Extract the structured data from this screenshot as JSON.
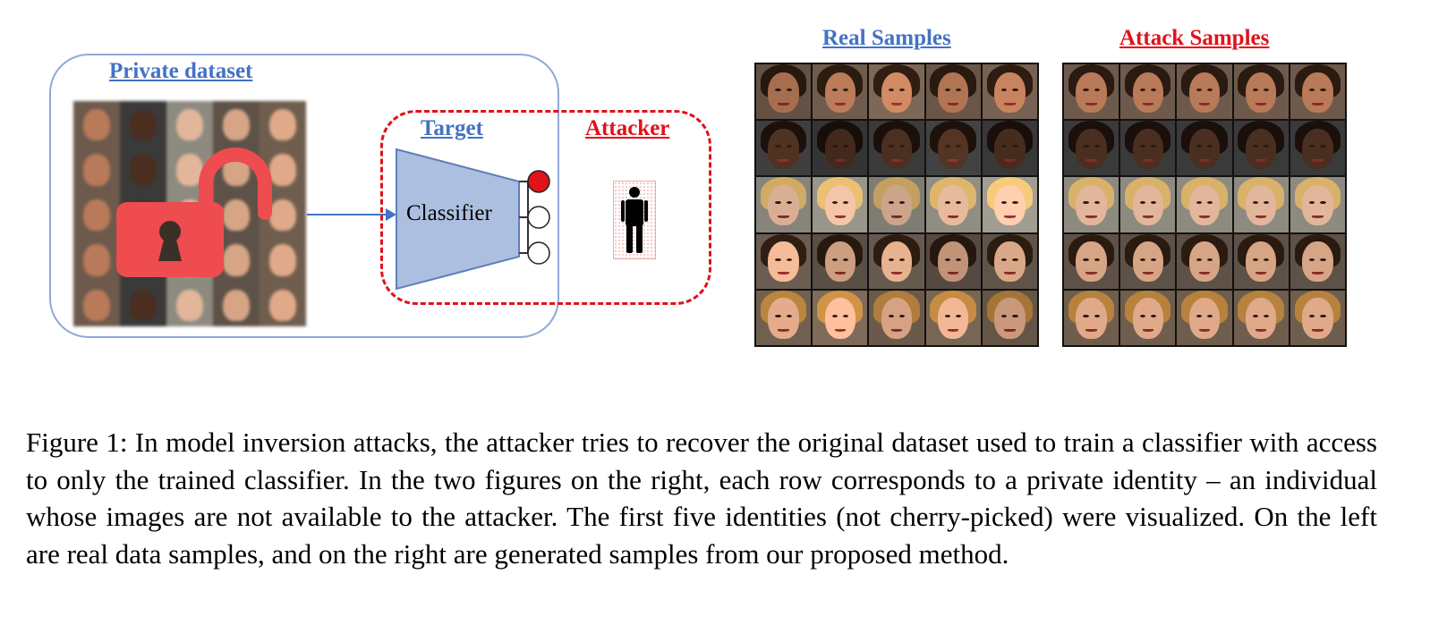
{
  "diagram": {
    "private_dataset_title": "Private dataset",
    "target_title": "Target",
    "attacker_title": "Attacker",
    "classifier_label": "Classifier",
    "output_nodes": [
      "active",
      "inactive",
      "inactive"
    ],
    "icons": {
      "lock": "unlocked-padlock-icon",
      "person": "person-icon"
    },
    "colors": {
      "blue": "#4472c4",
      "red": "#e0121a",
      "box_border": "#8fa8d8",
      "lock": "#ee4c4f",
      "classifier_fill": "#adbfe0"
    }
  },
  "samples": {
    "real_title": "Real Samples",
    "attack_title": "Attack Samples",
    "rows": 5,
    "columns": 5,
    "row_tones": [
      {
        "skin": "#b87a58",
        "hair": "#2b1a10",
        "bg": "#6e5a4c"
      },
      {
        "skin": "#4a2e1f",
        "hair": "#1a0f0a",
        "bg": "#3a3a3a"
      },
      {
        "skin": "#e2b69a",
        "hair": "#d9b26a",
        "bg": "#8d8a80"
      },
      {
        "skin": "#d6a585",
        "hair": "#2a1a10",
        "bg": "#5e5248"
      },
      {
        "skin": "#e0a98a",
        "hair": "#b7823e",
        "bg": "#6f5e4e"
      }
    ]
  },
  "caption": "Figure 1: In model inversion attacks, the attacker tries to recover the original dataset used to train a classifier with access to only the trained classifier.  In the two figures on the right, each row corresponds to a private identity – an individual whose images are not available to the attacker. The first five identities (not cherry-picked) were visualized. On the left are real data samples, and on the right are generated samples from our proposed method."
}
